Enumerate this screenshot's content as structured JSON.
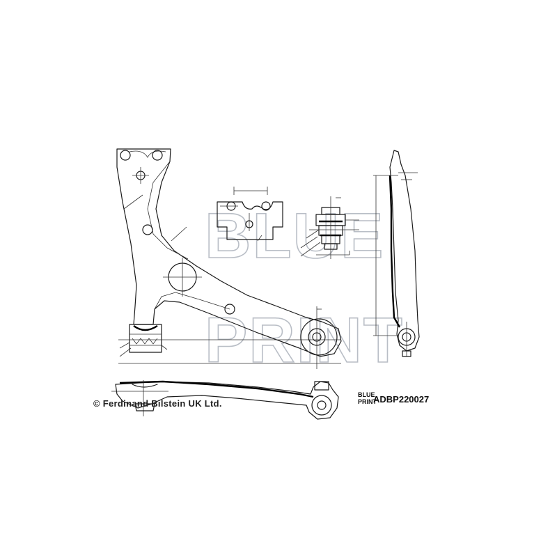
{
  "watermark": {
    "line1": "BLUE",
    "line2": "PRINT"
  },
  "footer": {
    "copyright": "© Ferdinand Bilstein UK Ltd.",
    "logo_line1": "BLUE",
    "logo_line2": "PRINT",
    "part_number": "ADBP220027"
  }
}
